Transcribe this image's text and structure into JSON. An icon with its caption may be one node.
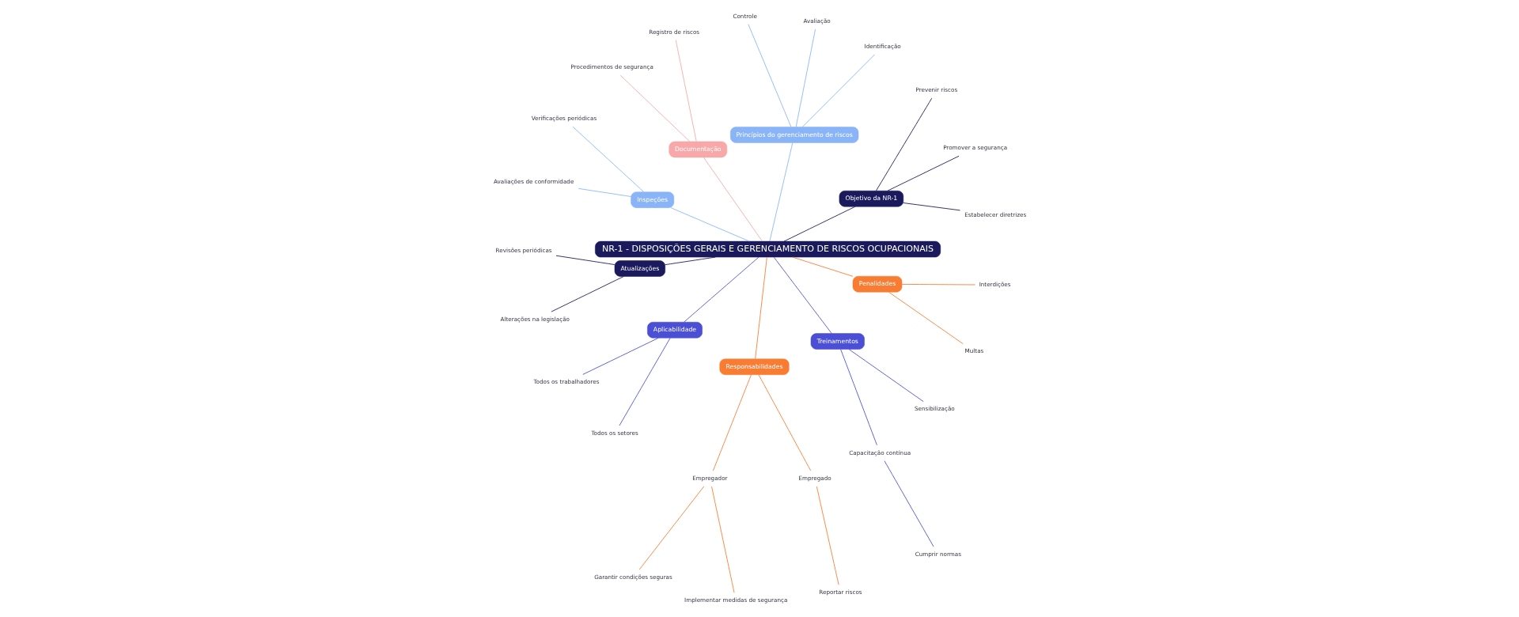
{
  "diagram": {
    "nodes": [
      {
        "text": [
          "NR-1 - DISPOSIÇÕES GERAIS E GERENCIAMENTO DE RISCOS OCUPACIONAIS"
        ]
      },
      {
        "text": [
          "Objetivo da NR-1"
        ]
      },
      {
        "text": [
          "Estabelecer diretrizes"
        ]
      },
      {
        "text": [
          "Promover a segurança"
        ]
      },
      {
        "text": [
          "Prevenir riscos"
        ]
      },
      {
        "text": [
          "Princípios do gerenciamento de riscos"
        ]
      },
      {
        "text": [
          "Identificação"
        ]
      },
      {
        "text": [
          "Avaliação"
        ]
      },
      {
        "text": [
          "Controle"
        ]
      },
      {
        "text": [
          "Documentação"
        ]
      },
      {
        "text": [
          "Registro de riscos"
        ]
      },
      {
        "text": [
          "Procedimentos de segurança"
        ]
      },
      {
        "text": [
          "Inspeções"
        ]
      },
      {
        "text": [
          "Verificações periódicas"
        ]
      },
      {
        "text": [
          "Avaliações de conformidade"
        ]
      },
      {
        "text": [
          "Atualizações"
        ]
      },
      {
        "text": [
          "Revisões periódicas"
        ]
      },
      {
        "text": [
          "Alterações na legislação"
        ]
      },
      {
        "text": [
          "Aplicabilidade"
        ]
      },
      {
        "text": [
          "Todos os trabalhadores"
        ]
      },
      {
        "text": [
          "Todos os setores"
        ]
      },
      {
        "text": [
          "Responsabilidades"
        ]
      },
      {
        "text": [
          "Empregador"
        ]
      },
      {
        "text": [
          "Garantir condições seguras"
        ]
      },
      {
        "text": [
          "Implementar medidas de segurança"
        ]
      },
      {
        "text": [
          "Empregado"
        ]
      },
      {
        "text": [
          "Reportar riscos"
        ]
      },
      {
        "text": [
          "Treinamentos"
        ]
      },
      {
        "text": [
          "Capacitação contínua"
        ]
      },
      {
        "text": [
          "Cumprir normas"
        ]
      },
      {
        "text": [
          "Sensibilização"
        ]
      },
      {
        "text": [
          "Penalidades"
        ]
      },
      {
        "text": [
          "Multas"
        ]
      },
      {
        "text": [
          "Interdições"
        ]
      }
    ],
    "edges": [
      {
        "from": 0,
        "to": 1,
        "arrow": "none",
        "color": "#1b1a5c"
      },
      {
        "from": 1,
        "to": 2,
        "arrow": "none",
        "color": "#1b1a5c"
      },
      {
        "from": 1,
        "to": 3,
        "arrow": "none",
        "color": "#1b1a5c"
      },
      {
        "from": 1,
        "to": 4,
        "arrow": "none",
        "color": "#1b1a5c"
      },
      {
        "from": 0,
        "to": 5,
        "arrow": "none",
        "color": "#8ab4f8"
      },
      {
        "from": 5,
        "to": 6,
        "arrow": "none",
        "color": "#8ab4f8"
      },
      {
        "from": 5,
        "to": 7,
        "arrow": "none",
        "color": "#8ab4f8"
      },
      {
        "from": 5,
        "to": 8,
        "arrow": "none",
        "color": "#8ab4f8"
      },
      {
        "from": 0,
        "to": 9,
        "arrow": "none",
        "color": "#f8a8a8"
      },
      {
        "from": 9,
        "to": 10,
        "arrow": "none",
        "color": "#f8a8a8"
      },
      {
        "from": 9,
        "to": 11,
        "arrow": "none",
        "color": "#f8a8a8"
      },
      {
        "from": 0,
        "to": 12,
        "arrow": "none",
        "color": "#8ab4f8"
      },
      {
        "from": 12,
        "to": 13,
        "arrow": "none",
        "color": "#8ab4f8"
      },
      {
        "from": 12,
        "to": 14,
        "arrow": "none",
        "color": "#8ab4f8"
      },
      {
        "from": 0,
        "to": 15,
        "arrow": "none",
        "color": "#1b1a5c"
      },
      {
        "from": 15,
        "to": 16,
        "arrow": "none",
        "color": "#1b1a5c"
      },
      {
        "from": 15,
        "to": 17,
        "arrow": "none",
        "color": "#1b1a5c"
      },
      {
        "from": 0,
        "to": 18,
        "arrow": "none",
        "color": "#4b4fd6"
      },
      {
        "from": 18,
        "to": 19,
        "arrow": "none",
        "color": "#4b4fd6"
      },
      {
        "from": 18,
        "to": 20,
        "arrow": "none",
        "color": "#4b4fd6"
      },
      {
        "from": 0,
        "to": 21,
        "arrow": "none",
        "color": "#f97c33"
      },
      {
        "from": 21,
        "to": 22,
        "arrow": "none",
        "color": "#f97c33"
      },
      {
        "from": 22,
        "to": 23,
        "arrow": "none",
        "color": "#f97c33"
      },
      {
        "from": 22,
        "to": 24,
        "arrow": "none",
        "color": "#f97c33"
      },
      {
        "from": 21,
        "to": 25,
        "arrow": "none",
        "color": "#f97c33"
      },
      {
        "from": 25,
        "to": 26,
        "arrow": "none",
        "color": "#f97c33"
      },
      {
        "from": 0,
        "to": 27,
        "arrow": "none",
        "color": "#4b4fd6"
      },
      {
        "from": 27,
        "to": 28,
        "arrow": "none",
        "color": "#4b4fd6"
      },
      {
        "from": 28,
        "to": 29,
        "arrow": "none",
        "color": "#4b4fd6"
      },
      {
        "from": 27,
        "to": 30,
        "arrow": "none",
        "color": "#4b4fd6"
      },
      {
        "from": 0,
        "to": 31,
        "arrow": "none",
        "color": "#f97c33"
      },
      {
        "from": 31,
        "to": 32,
        "arrow": "none",
        "color": "#f97c33"
      },
      {
        "from": 31,
        "to": 33,
        "arrow": "none",
        "color": "#f97c33"
      }
    ]
  }
}
